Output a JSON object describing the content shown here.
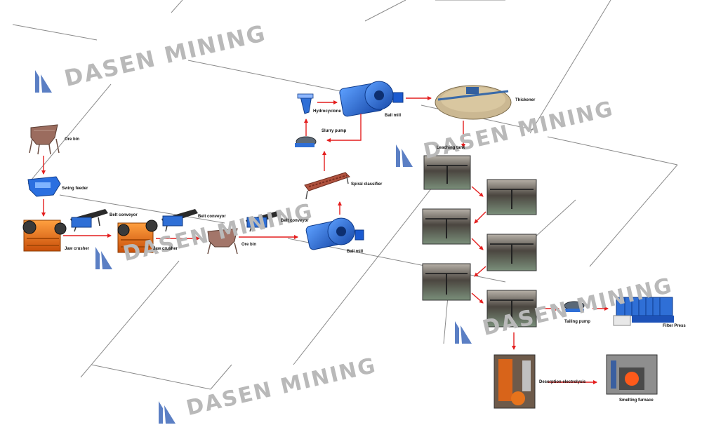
{
  "watermark": {
    "text": "DASEN MINING",
    "color": "#b9b9b9",
    "logo_color": "#5b7fc4",
    "icon": "dasen-logo-icon"
  },
  "labels": {
    "ore_bin_1": "Ore bin",
    "swing_feeder": "Swing feeder",
    "jaw_crusher_1": "Jaw crusher",
    "belt_conveyor_1": "Belt conveyor",
    "jaw_crusher_2": "Jaw crusher",
    "belt_conveyor_2": "Belt conveyor",
    "ore_bin_2": "Ore bin",
    "belt_conveyor_3": "Belt conveyor",
    "ball_mill_1": "Ball mill",
    "spiral_classifier": "Spiral classifier",
    "slurry_pump": "Slurry pump",
    "hydrocyclone": "Hydrocyclone",
    "ball_mill_2": "Ball mill",
    "thickener": "Thickener",
    "leaching_tank": "Leaching tank",
    "tailing_pump": "Tailing pump",
    "filter_press": "Filter Press",
    "desorption_electrolysis": "Desorption electrolysis",
    "smelting_furnace": "Smelting furnace"
  },
  "colors": {
    "arrow": "#e41e1e",
    "orange": "#f07a1c",
    "blue": "#2f6fd6",
    "rust": "#8a5a4a",
    "line": "#777777"
  }
}
